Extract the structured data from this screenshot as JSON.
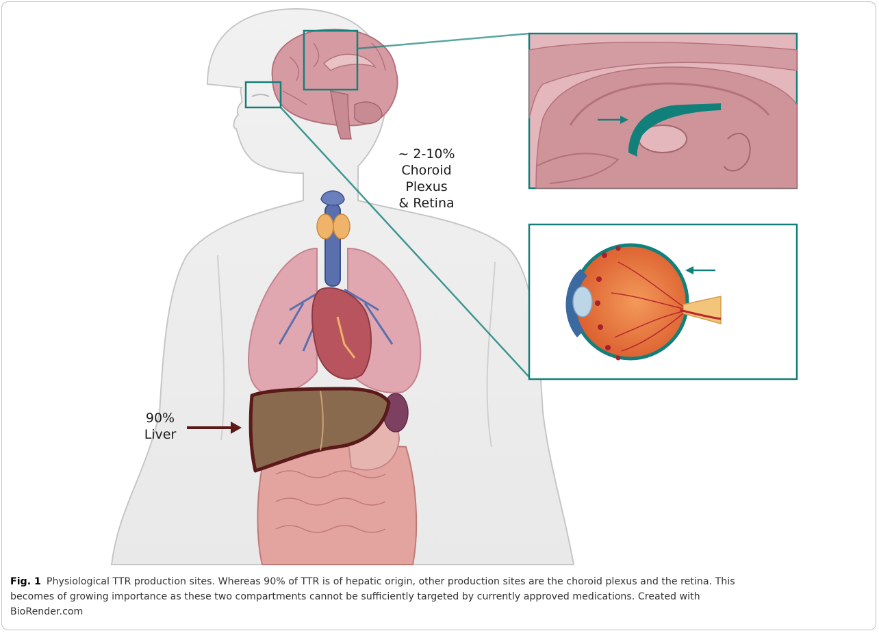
{
  "figure": {
    "labels": {
      "csf_line1": "~ 2-10%",
      "csf_line2": "Choroid Plexus",
      "csf_line3": "& Retina",
      "liver_line1": "90%",
      "liver_line2": "Liver"
    },
    "caption": {
      "fig_label": "Fig. 1",
      "line1": "Physiological TTR production sites. Whereas 90% of TTR is of hepatic origin, other production sites are the choroid plexus and the retina. This",
      "line2": "becomes of growing importance as these two compartments cannot be sufficiently targeted by currently approved medications. Created with",
      "line3": "BioRender.com"
    },
    "colors": {
      "teal": "#12807a",
      "liver_outline": "#5a1a1a",
      "liver_fill": "#8a6a4e",
      "brain": "#c98f97",
      "body_outline": "#c8c8c8"
    }
  }
}
